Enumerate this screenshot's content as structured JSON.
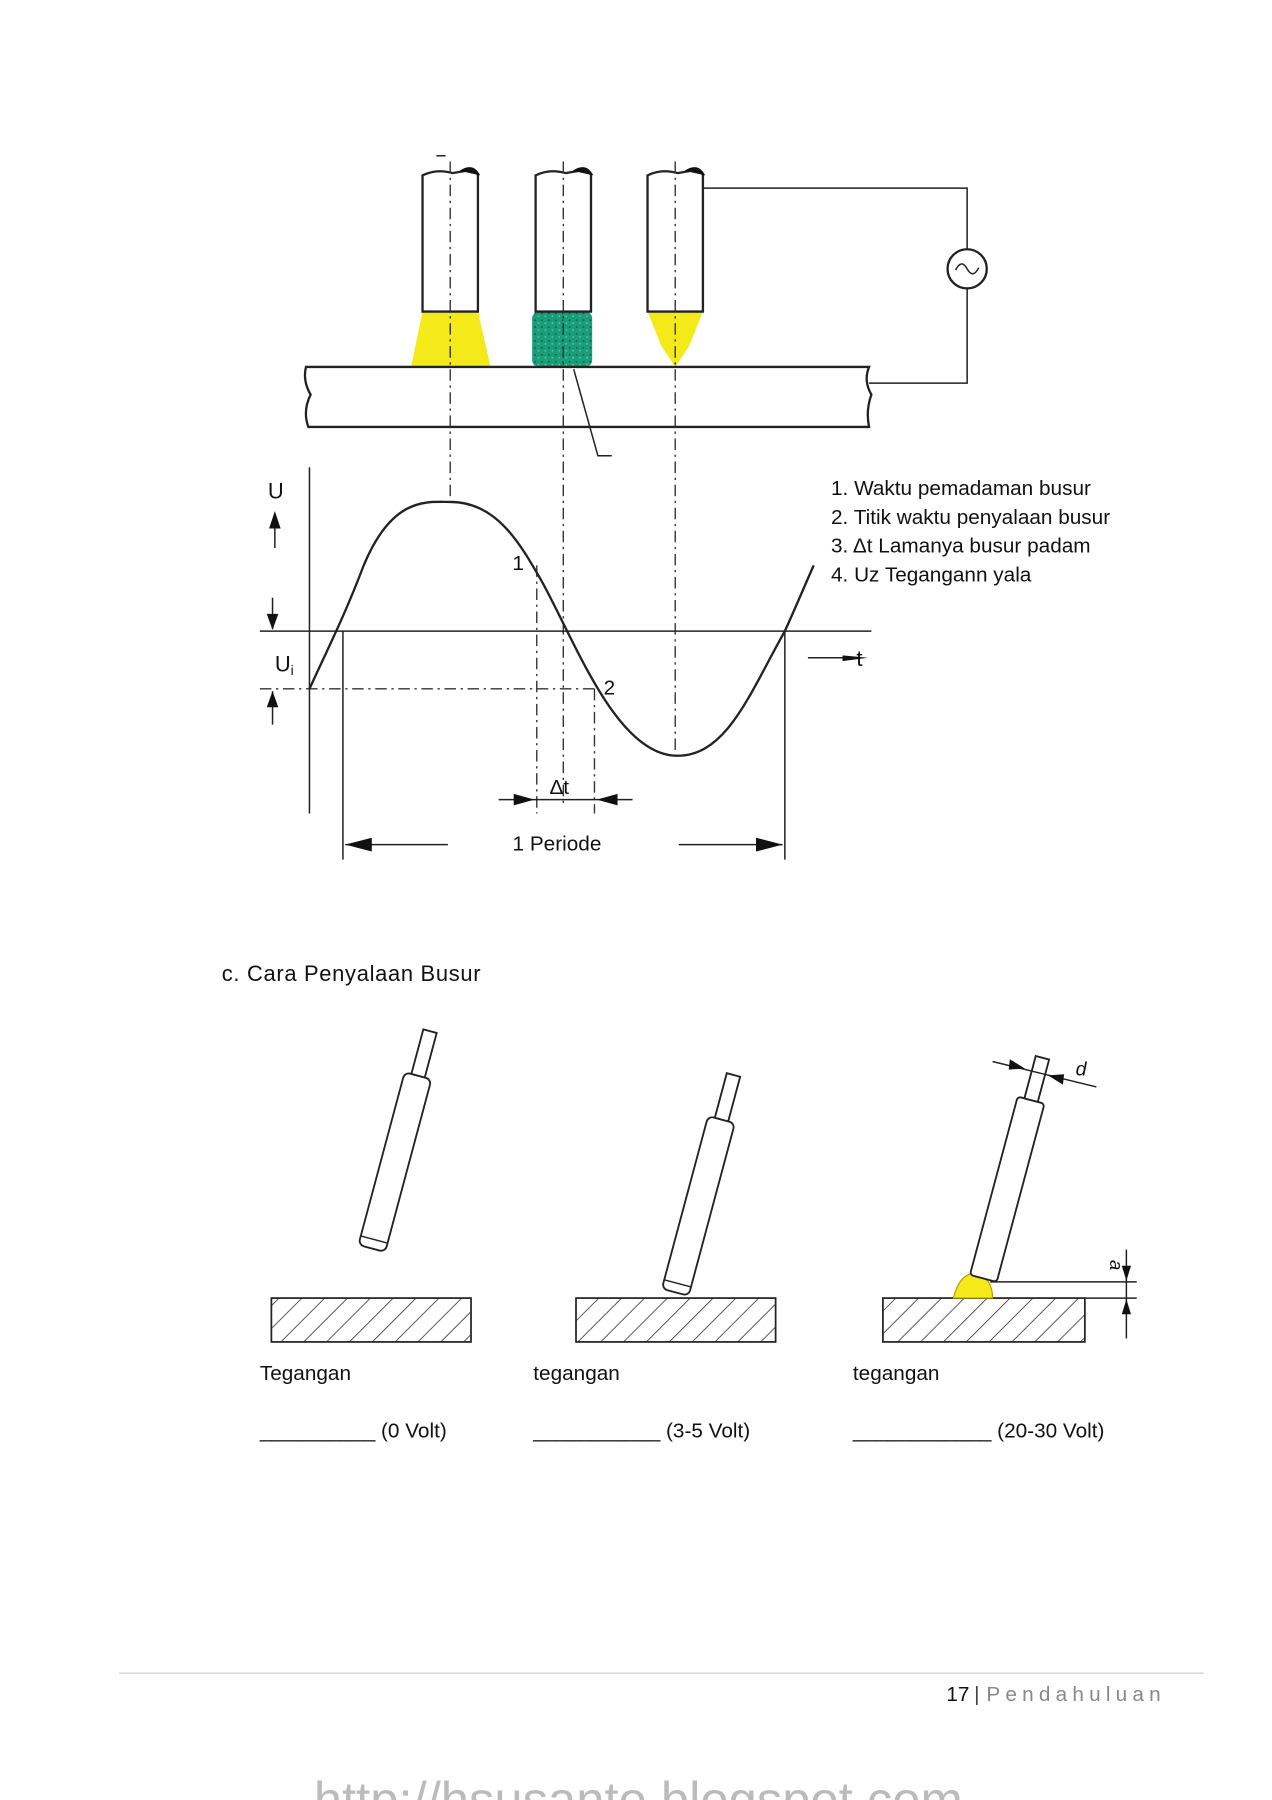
{
  "diagram_top": {
    "axis_u": "U",
    "axis_t": "t",
    "ui_label": "U",
    "ui_sub": "i",
    "point_1": "1",
    "point_2": "2",
    "delta_t": "Δt",
    "period": "1 Periode",
    "ac_source_icon": "ac-source-icon",
    "colors": {
      "flame": "#f4ea1a",
      "arc_glow": "#1a9e7a"
    },
    "legend": [
      "1. Waktu pemadaman busur",
      "2. Titik waktu penyalaan busur",
      "3. Δt Lamanya busur padam",
      "4. Uz Tegangann yala"
    ]
  },
  "section_c": {
    "heading": "c.  Cara Penyalaan Busur",
    "dim_d": "d",
    "dim_a": "a",
    "items": [
      {
        "label": "Tegangan",
        "blank": "__________",
        "value": "(0 Volt)"
      },
      {
        "label": "tegangan",
        "blank": "___________",
        "value": "(3-5 Volt)"
      },
      {
        "label": "tegangan",
        "blank": "____________",
        "value": "(20-30 Volt)"
      }
    ]
  },
  "footer": {
    "page_number": "17",
    "separator": "|",
    "section": "Pendahuluan",
    "watermark": "http://hsusanto.blogspot.com"
  }
}
